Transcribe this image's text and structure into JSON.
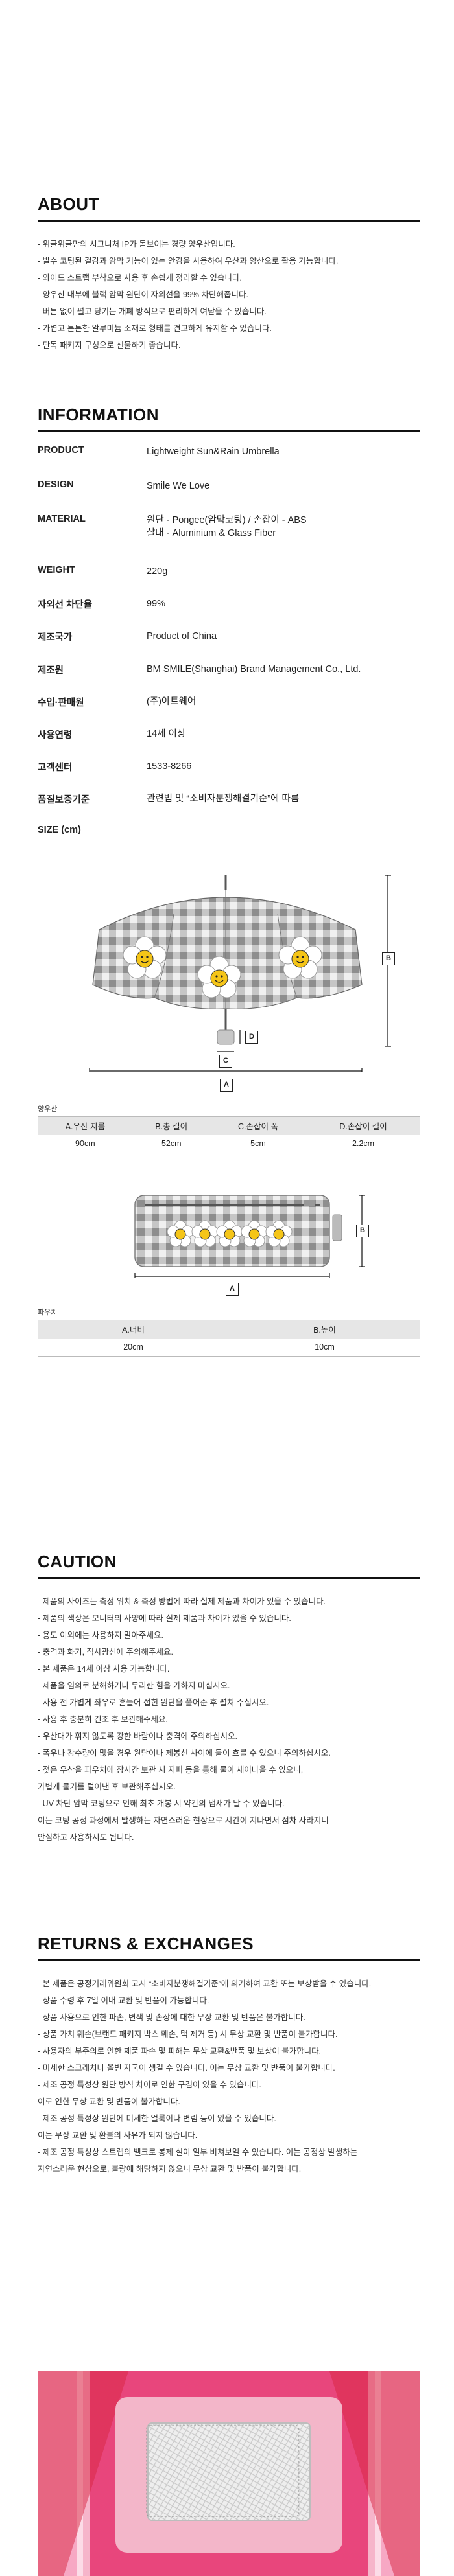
{
  "about": {
    "title": "ABOUT",
    "bullets": [
      "- 위글위글만의 시그니처 IP가 돋보이는 경량 양우산입니다.",
      "- 발수 코팅된 겉감과 암막 기능이 있는 안감을 사용하여 우산과 양산으로 활용 가능합니다.",
      "- 와이드 스트랩 부착으로 사용 후 손쉽게 정리할 수 있습니다.",
      "- 양우산 내부에 블랙 암막 원단이 자외선을 99% 차단해줍니다.",
      "- 버튼 없이 펼고 당기는 개폐 방식으로 편리하게 여닫을 수 있습니다.",
      "- 가볍고 튼튼한 알루미늄 소재로 형태를 견고하게 유지할 수 있습니다.",
      "- 단독 패키지 구성으로 선물하기 좋습니다."
    ]
  },
  "information": {
    "title": "INFORMATION",
    "rows": [
      {
        "key": "PRODUCT",
        "value": "Lightweight Sun&Rain Umbrella"
      },
      {
        "key": "DESIGN",
        "value": "Smile We Love"
      },
      {
        "key": "MATERIAL",
        "value": "원단 - Pongee(암막코팅) / 손잡이 - ABS",
        "value2": "살대 - Aluminium & Glass Fiber"
      },
      {
        "key": "WEIGHT",
        "value": "220g"
      },
      {
        "key": "자외선 차단율",
        "value": "99%"
      },
      {
        "key": "제조국가",
        "value": "Product of China"
      },
      {
        "key": "제조원",
        "value": "BM SMILE(Shanghai) Brand Management Co., Ltd."
      },
      {
        "key": "수입·판매원",
        "value": "(주)아트웨어"
      },
      {
        "key": "사용연령",
        "value": "14세 이상"
      },
      {
        "key": "고객센터",
        "value": "1533-8266"
      },
      {
        "key": "품질보증기준",
        "value": "관련법 및 “소비자분쟁해결기준”에 따름"
      },
      {
        "key": "SIZE (cm)",
        "value": ""
      }
    ],
    "dim_letters": {
      "a": "A",
      "b": "B",
      "c": "C",
      "d": "D"
    },
    "umbrella_caption": "양우산",
    "umbrella_table": {
      "headers": [
        "A.우산 지름",
        "B.총 길이",
        "C.손잡이 폭",
        "D.손잡이 길이"
      ],
      "values": [
        "90cm",
        "52cm",
        "5cm",
        "2.2cm"
      ]
    },
    "pouch_caption": "파우치",
    "pouch_table": {
      "headers": [
        "A.너비",
        "B.높이"
      ],
      "values": [
        "20cm",
        "10cm"
      ]
    },
    "colors": {
      "gingham_dark": "#8c8c8c",
      "gingham_light": "#d6d6d6",
      "flower": "#ffffff",
      "smile": "#f5c518"
    }
  },
  "caution": {
    "title": "CAUTION",
    "bullets": [
      "- 제품의 사이즈는 측정 위치 & 측정 방법에 따라 실제 제품과 차이가 있을 수 있습니다.",
      "- 제품의 색상은 모니터의 사양에 따라 실제 제품과 차이가 있을 수 있습니다.",
      "- 용도 이외에는 사용하지 말아주세요.",
      "- 충격과 화기, 직사광선에 주의해주세요.",
      "- 본 제품은 14세 이상 사용 가능합니다.",
      "- 제품을 임의로 분해하거나 무리한 힘을 가하지 마십시오.",
      "- 사용 전 가볍게 좌우로 흔들어 접힌 원단을 풀어준 후 펼쳐 주십시오.",
      "- 사용 후 충분히 건조 후 보관해주세요.",
      "- 우산대가 휘지 않도록 강한 바람이나 충격에 주의하십시오.",
      "- 폭우나 강수량이 많을 경우 원단이나 제봉선 사이에 물이 흐를 수 있으니 주의하십시오.",
      "- 젖은 우산을 파우치에 장시간 보관 시 지퍼 등을 통해 물이 새어나올 수 있으니,",
      "   가볍게 물기를 털어낸 후 보관해주십시오.",
      "- UV 차단 암막 코팅으로 인해 최초 개봉 시 약간의 냄새가 날 수 있습니다.",
      "   이는 코팅 공정 과정에서 발생하는 자연스러운 현상으로 시간이 지나면서 점차 사라지니",
      "   안심하고 사용하셔도 됩니다."
    ]
  },
  "returns": {
    "title": "RETURNS & EXCHANGES",
    "bullets": [
      "- 본 제품은 공정거래위원회 고시 “소비자분쟁해결기준”에 의거하여 교환 또는 보상받을 수 있습니다.",
      "- 상품 수령 후 7일 이내 교환 및 반품이 가능합니다.",
      "- 상품 사용으로 인한 파손, 변색 및 손상에 대한 무상 교환 및 반품은 불가합니다.",
      "- 상품 가치 훼손(브랜드 패키지 박스 훼손, 택 제거 등) 시 무상 교환 및 반품이 불가합니다.",
      "- 사용자의 부주의로 인한 제품 파손 및 피해는 무상 교환&반품 및 보상이 불가합니다.",
      "- 미세한 스크래치나 올빈 자국이 생길 수 있습니다. 이는 무상 교환 및 반품이 불가합니다.",
      "- 제조 공정 특성상 원단 방식 차이로 인한 구김이 있을 수 있습니다.",
      "   이로 인한 무상 교환 및 반품이 불가합니다.",
      "- 제조 공정 특성상 원단에 미세한 얼룩이나 변림 등이 있을 수 있습니다.",
      "   이는 무상 교환 및 환불의 사유가 되지 않습니다.",
      "- 제조 공정 특성상 스트랩의 벨크로 봉제 실이 일부 비쳐보일 수 있습니다. 이는 공정상 발생하는",
      "   자연스러운 현상으로, 불량에 해당하지 않으니 무상 교환 및 반품이 불가합니다."
    ]
  }
}
